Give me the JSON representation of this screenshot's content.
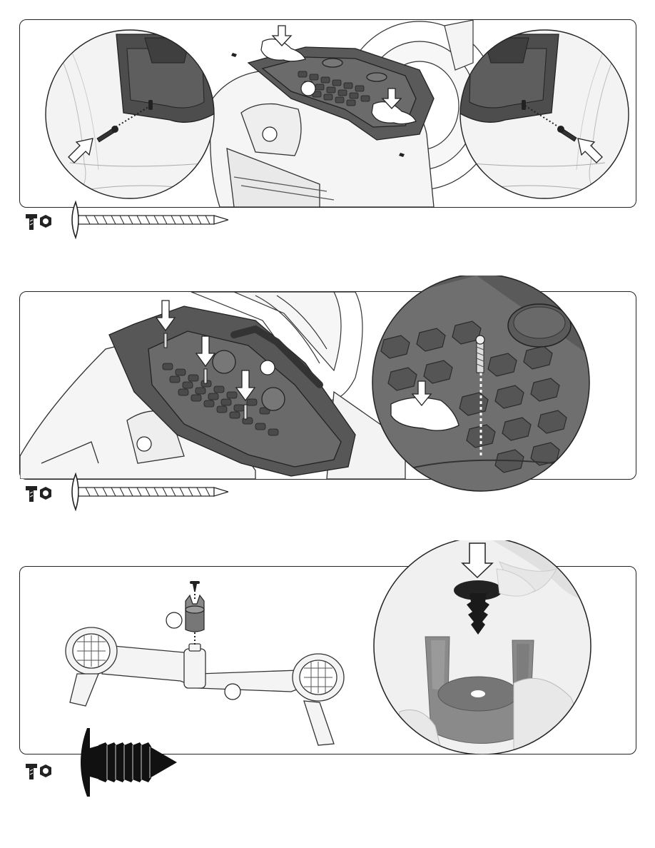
{
  "page": {
    "steps": [
      {
        "id": "step-1",
        "callouts": [
          "",
          ""
        ],
        "hardware_icon": "screw-and-nut-icon",
        "hardware_part": "long-screw-icon",
        "arrow_icons": [
          "down-arrow-icon",
          "down-arrow-icon",
          "diagonal-arrow-icon",
          "diagonal-arrow-icon"
        ],
        "hand_icons": [
          "hand-icon",
          "hand-icon"
        ],
        "zoom_insets": [
          "left-screw-zoom",
          "right-screw-zoom"
        ]
      },
      {
        "id": "step-2",
        "callouts": [
          "",
          ""
        ],
        "hardware_icon": "screw-and-nut-icon",
        "hardware_part": "long-screw-icon",
        "arrow_icons": [
          "down-arrow-icon",
          "down-arrow-icon",
          "down-arrow-icon",
          "down-arrow-icon"
        ],
        "hand_icons": [
          "hand-icon"
        ],
        "zoom_insets": [
          "grille-screw-zoom"
        ]
      },
      {
        "id": "step-3",
        "callouts": [
          "",
          ""
        ],
        "hardware_icon": "screw-and-nut-icon",
        "hardware_part": "push-rivet-icon",
        "arrow_icons": [
          "down-arrow-icon"
        ],
        "zoom_insets": [
          "rivet-photo-zoom"
        ]
      }
    ],
    "colors": {
      "outline": "#222222",
      "dark_part": "#555555",
      "light_part": "#f2f2f2",
      "photo_gray": "#8a8a8a"
    }
  }
}
